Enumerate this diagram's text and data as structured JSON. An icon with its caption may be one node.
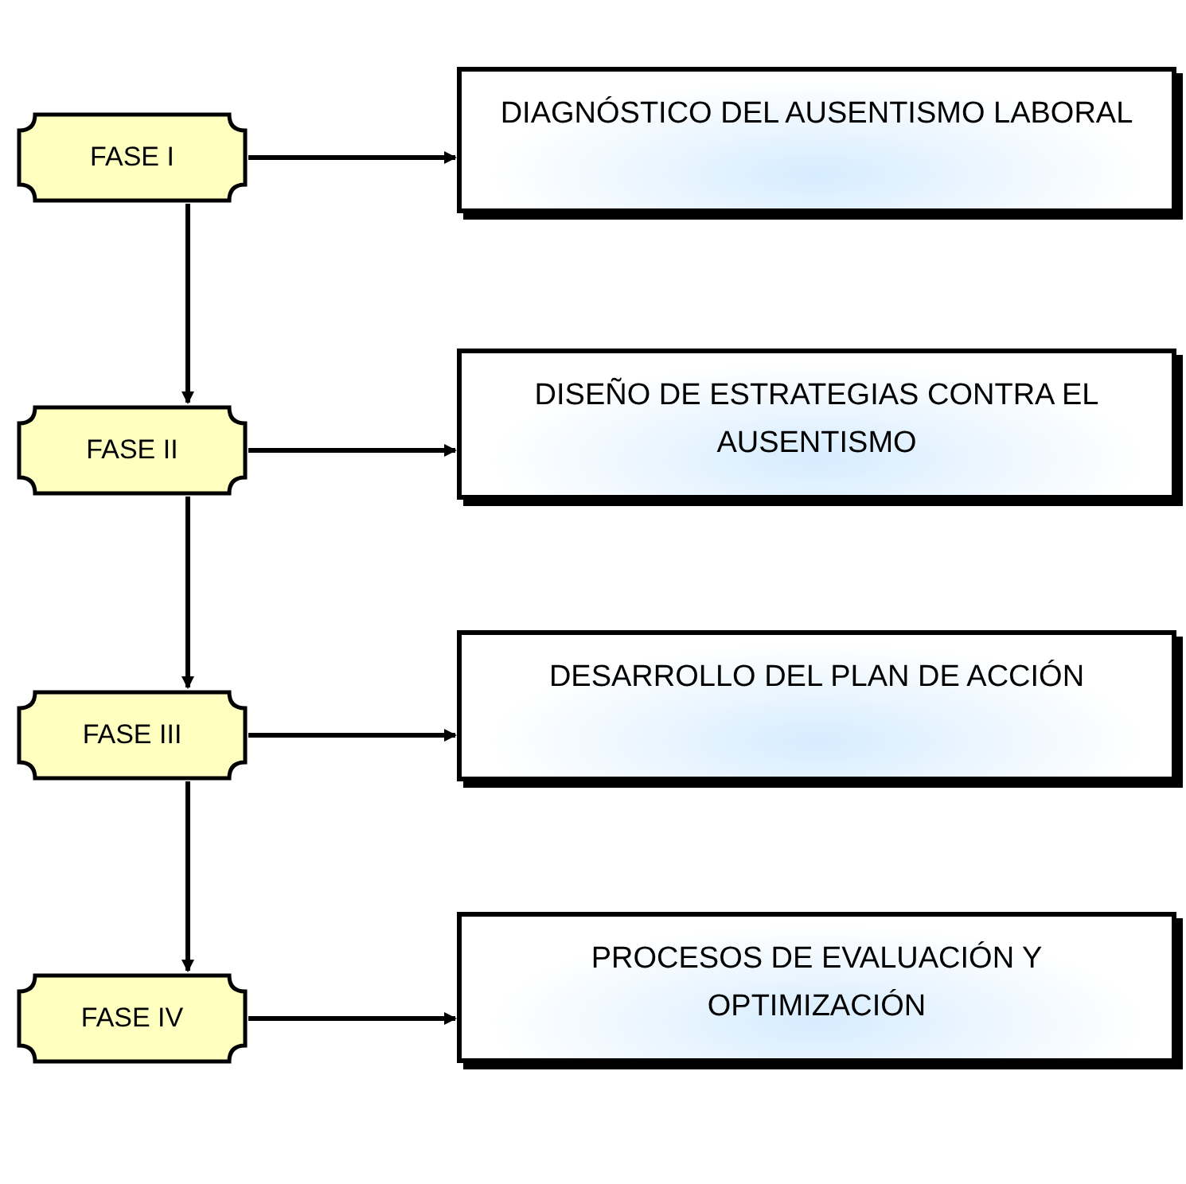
{
  "diagram": {
    "nodes": [
      {
        "text": [
          "FASE I"
        ]
      },
      {
        "text": [
          "DIAGNÓSTICO DEL AUSENTISMO LABORAL"
        ]
      },
      {
        "text": [
          "FASE II"
        ]
      },
      {
        "text": [
          "DISEÑO DE ESTRATEGIAS CONTRA EL AUSENTISMO"
        ]
      },
      {
        "text": [
          "FASE III"
        ]
      },
      {
        "text": [
          "DESARROLLO DEL PLAN DE ACCIÓN"
        ]
      },
      {
        "text": [
          "FASE IV"
        ]
      },
      {
        "text": [
          "PROCESOS DE EVALUACIÓN Y OPTIMIZACIÓN"
        ]
      }
    ],
    "edges": [
      {
        "from": 0,
        "to": 1,
        "arrow": "to"
      },
      {
        "from": 0,
        "to": 2,
        "arrow": "to"
      },
      {
        "from": 2,
        "to": 3,
        "arrow": "to"
      },
      {
        "from": 2,
        "to": 4,
        "arrow": "to"
      },
      {
        "from": 4,
        "to": 5,
        "arrow": "to"
      },
      {
        "from": 4,
        "to": 6,
        "arrow": "to"
      },
      {
        "from": 6,
        "to": 7,
        "arrow": "to"
      }
    ]
  }
}
